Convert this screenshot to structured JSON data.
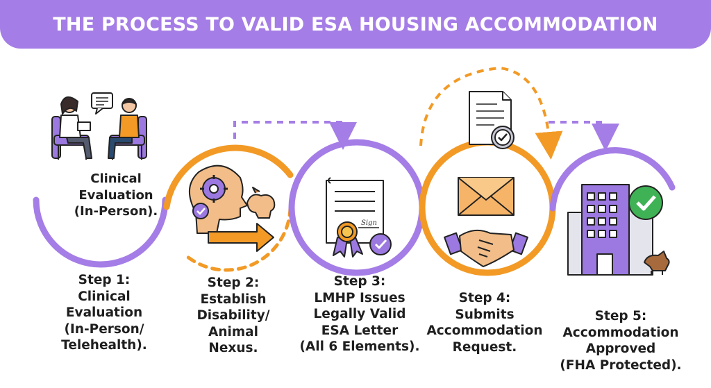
{
  "banner": {
    "title": "THE PROCESS TO VALID ESA HOUSING ACCOMMODATION"
  },
  "inner_label": [
    "Clinical",
    "Evaluation",
    "(In-Person)."
  ],
  "steps": [
    {
      "lines": [
        "Step 1:",
        "Clinical",
        "Evaluation",
        "(In-Person/",
        "Telehealth)."
      ]
    },
    {
      "lines": [
        "Step 2:",
        "Establish",
        "Disability/",
        "Animal",
        "Nexus."
      ]
    },
    {
      "lines": [
        "Step 3:",
        "LMHP Issues",
        "Legally Valid",
        "ESA Letter",
        "(All 6 Elements)."
      ]
    },
    {
      "lines": [
        "Step 4:",
        "Submits",
        "Accommodation",
        "Request."
      ]
    },
    {
      "lines": [
        "Step 5:",
        "Accommodation",
        "Approved",
        "(FHA Protected)."
      ]
    }
  ],
  "document_signature": "Sign",
  "colors": {
    "purple": "#a57de6",
    "orange": "#f29a25",
    "green": "#3fb255"
  }
}
